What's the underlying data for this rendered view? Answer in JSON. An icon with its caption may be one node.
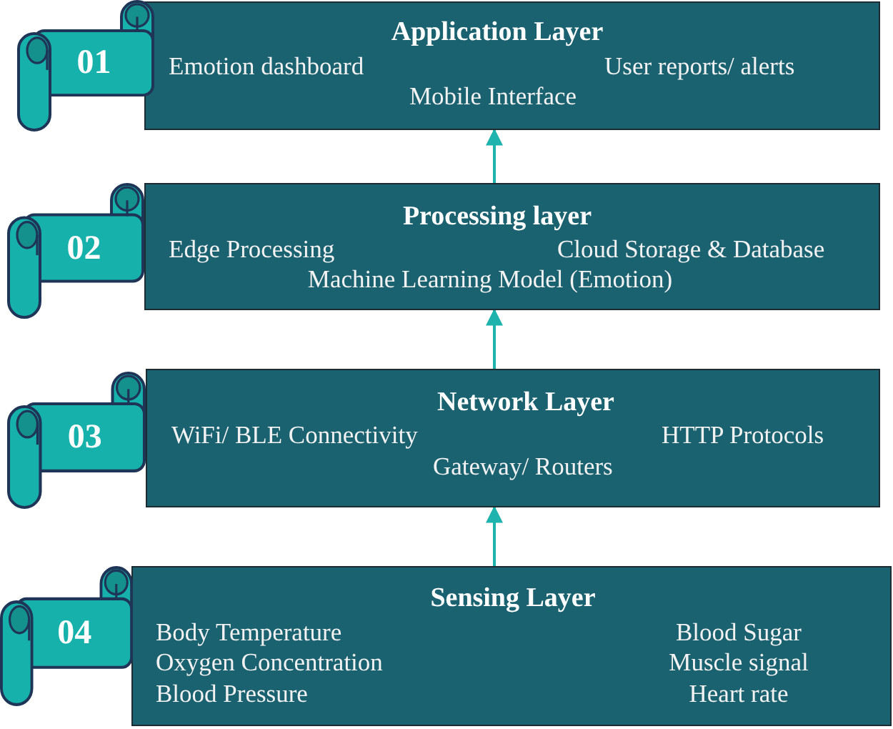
{
  "diagram": {
    "nodes": [
      {
        "text": [
          "01"
        ]
      },
      {
        "text": [
          "Application Layer",
          "Emotion dashboard",
          "User reports/ alerts",
          "Mobile Interface"
        ]
      },
      {
        "text": [
          "02"
        ]
      },
      {
        "text": [
          "Processing layer",
          "Edge Processing",
          "Cloud Storage & Database",
          "Machine Learning Model (Emotion)"
        ]
      },
      {
        "text": [
          "03"
        ]
      },
      {
        "text": [
          "Network Layer",
          "WiFi/ BLE Connectivity",
          "HTTP Protocols",
          "Gateway/ Routers"
        ]
      },
      {
        "text": [
          "04"
        ]
      },
      {
        "text": [
          "Sensing Layer",
          "Body Temperature",
          "Blood Sugar",
          "Oxygen Concentration",
          "Muscle signal",
          "Blood Pressure",
          "Heart rate"
        ]
      }
    ],
    "edges": [
      {
        "from": 3,
        "to": 1,
        "arrow": "to"
      },
      {
        "from": 5,
        "to": 3,
        "arrow": "to"
      },
      {
        "from": 7,
        "to": 5,
        "arrow": "to"
      }
    ]
  }
}
